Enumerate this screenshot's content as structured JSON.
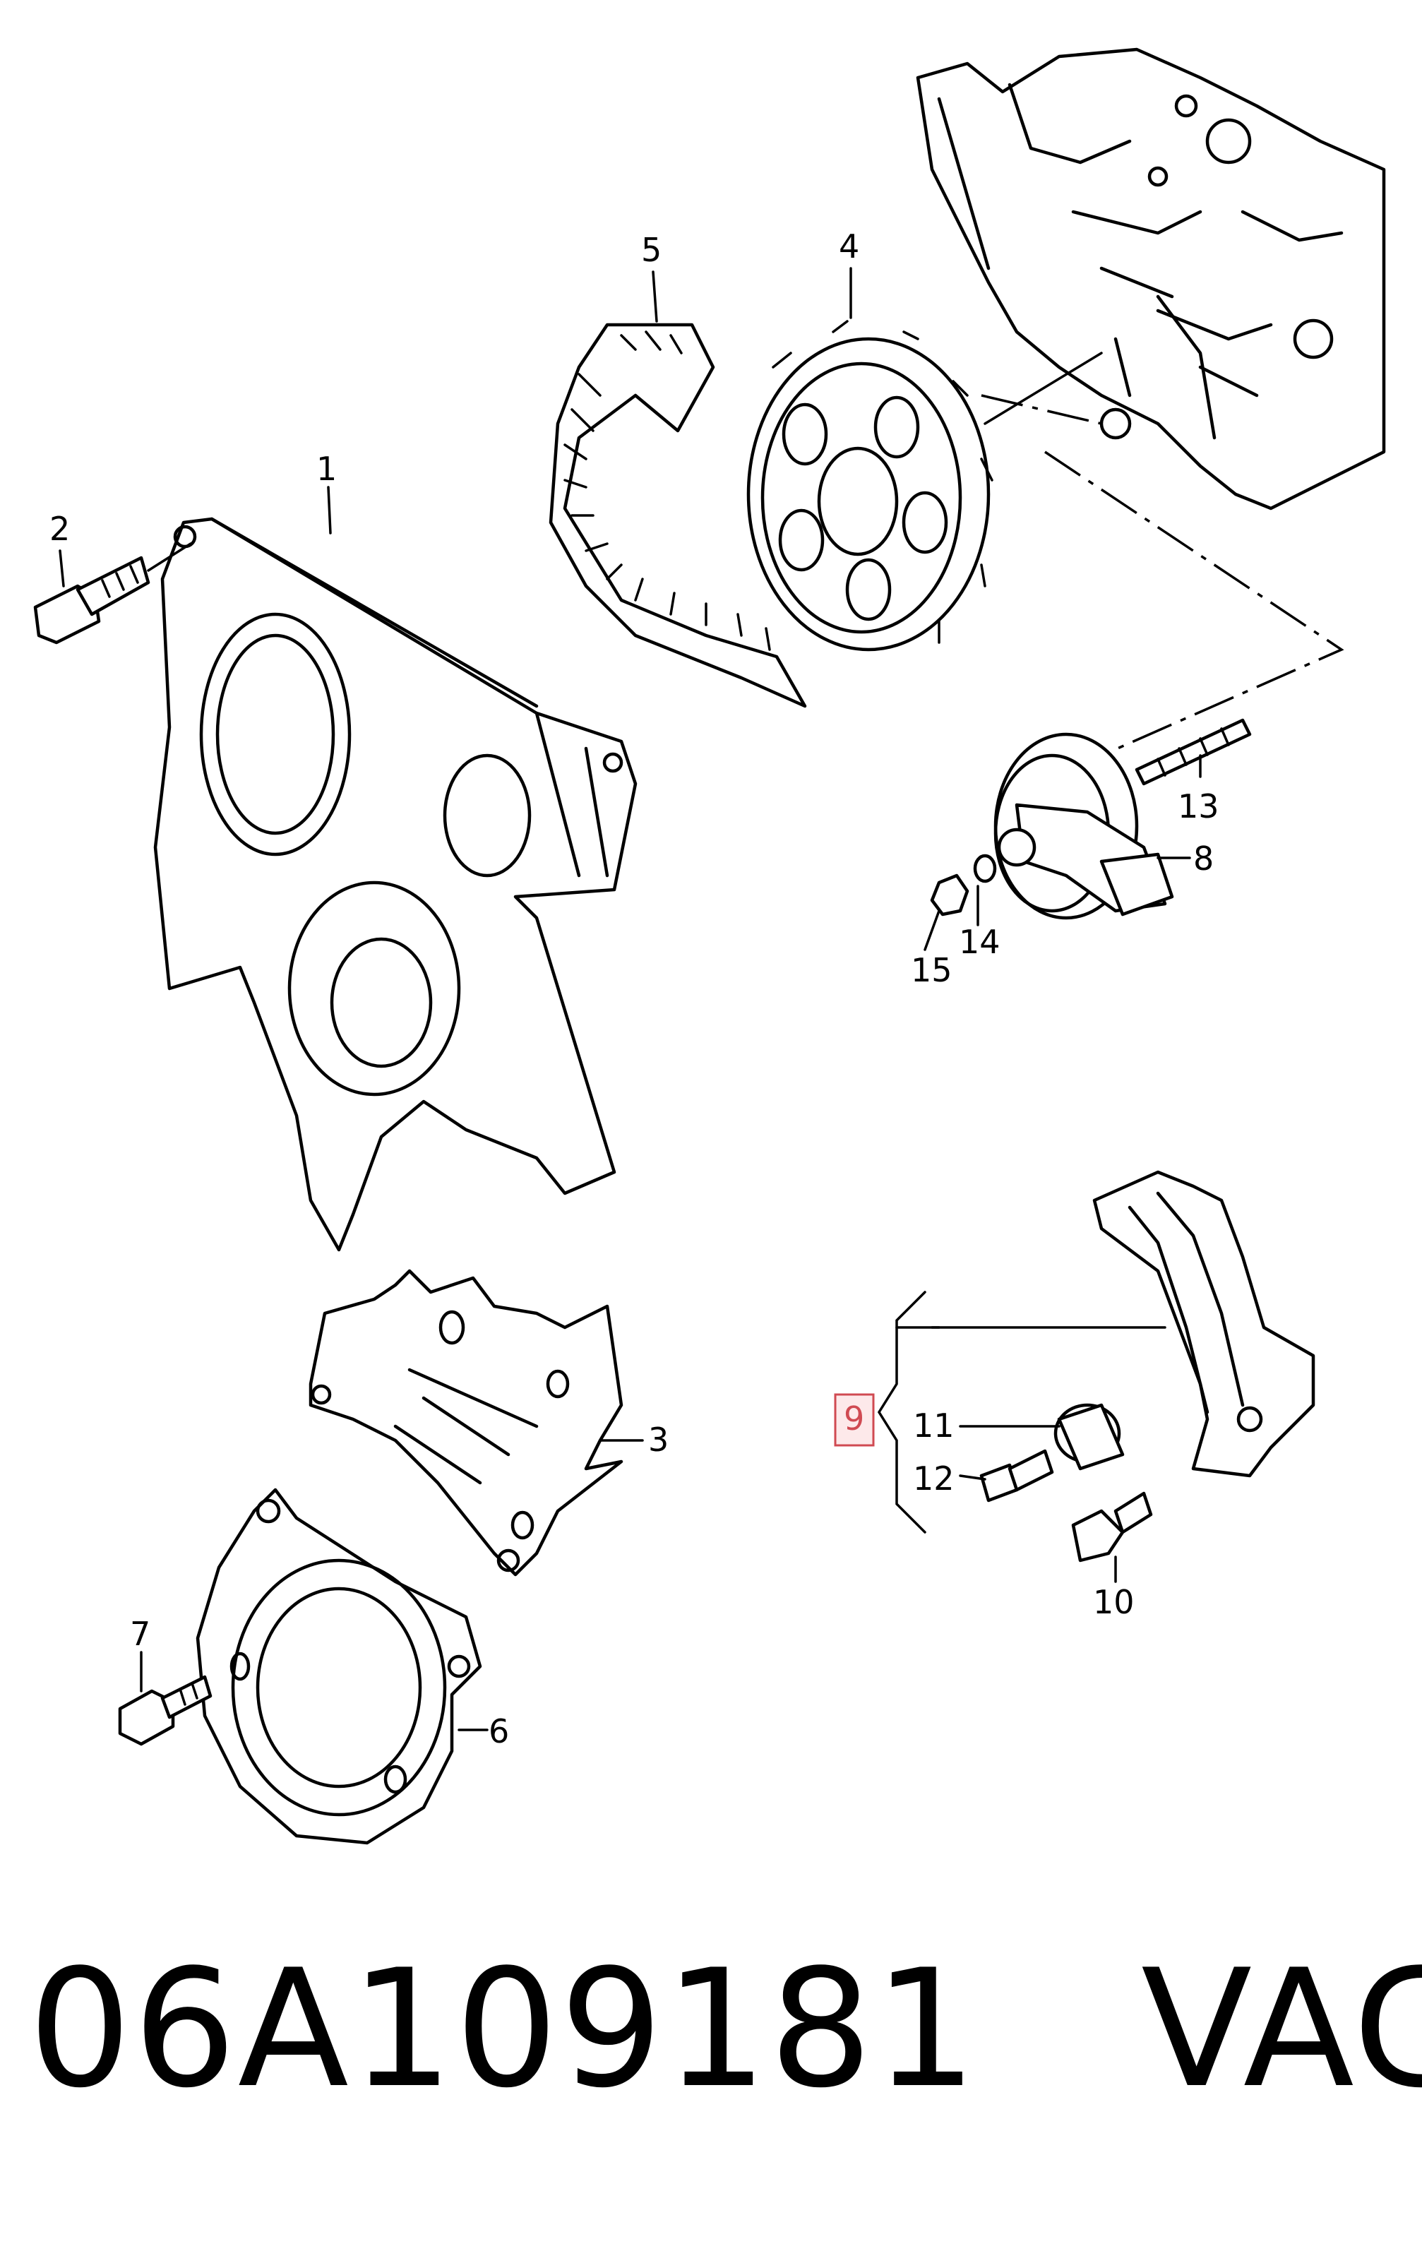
{
  "callouts": {
    "c1": "1",
    "c2": "2",
    "c3": "3",
    "c4": "4",
    "c5": "5",
    "c6": "6",
    "c7": "7",
    "c8": "8",
    "c9": "9",
    "c10": "10",
    "c11": "11",
    "c12": "12",
    "c13": "13",
    "c14": "14",
    "c15": "15"
  },
  "footer": {
    "part_number": "06A109181",
    "brand": "VAG"
  },
  "colors": {
    "highlight_fill": "#fde9ea",
    "highlight_stroke": "#d04a52"
  }
}
